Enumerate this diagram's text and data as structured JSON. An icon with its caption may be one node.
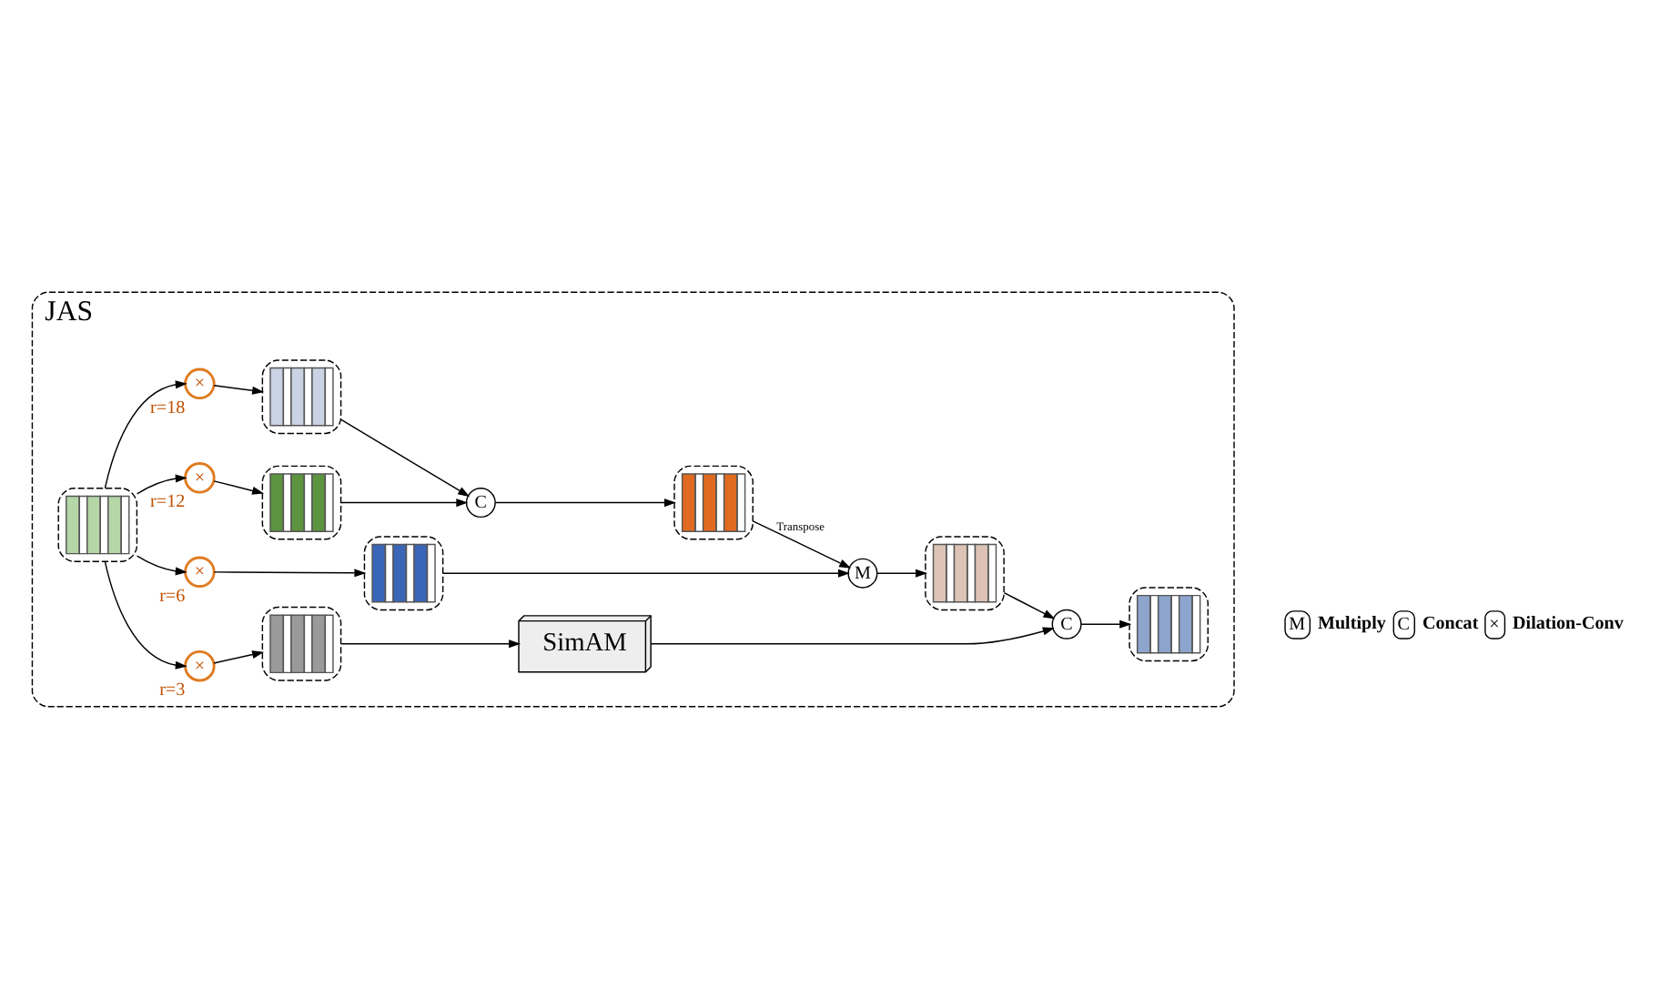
{
  "diagram": {
    "nodes": [
      {
        "text": [
          "JAS"
        ]
      },
      {
        "text": [],
        "shape": "picture",
        "in": 0
      },
      {
        "text": [
          "×"
        ],
        "beside": [
          "r=18"
        ],
        "in": 0
      },
      {
        "text": [],
        "shape": "picture",
        "in": 0
      },
      {
        "text": [
          "×"
        ],
        "beside": [
          "r=12"
        ],
        "in": 0
      },
      {
        "text": [],
        "shape": "picture",
        "in": 0
      },
      {
        "text": [
          "×"
        ],
        "beside": [
          "r=6"
        ],
        "in": 0
      },
      {
        "text": [],
        "shape": "picture",
        "in": 0
      },
      {
        "text": [
          "×"
        ],
        "beside": [
          "r=3"
        ],
        "in": 0
      },
      {
        "text": [],
        "shape": "picture",
        "in": 0
      },
      {
        "text": [
          "C"
        ],
        "in": 0
      },
      {
        "text": [],
        "shape": "picture",
        "in": 0
      },
      {
        "text": [
          "M"
        ],
        "in": 0
      },
      {
        "text": [],
        "shape": "picture",
        "in": 0
      },
      {
        "text": [
          "C"
        ],
        "in": 0
      },
      {
        "text": [],
        "shape": "picture",
        "in": 0
      },
      {
        "text": [
          "SimAM"
        ],
        "in": 0
      }
    ],
    "edges": [
      {
        "from": 1,
        "to": 2,
        "arrow": "to"
      },
      {
        "from": 1,
        "to": 4,
        "arrow": "to"
      },
      {
        "from": 1,
        "to": 6,
        "arrow": "to"
      },
      {
        "from": 1,
        "to": 8,
        "arrow": "to"
      },
      {
        "from": 2,
        "to": 3,
        "arrow": "to"
      },
      {
        "from": 4,
        "to": 5,
        "arrow": "to"
      },
      {
        "from": 6,
        "to": 7,
        "arrow": "to"
      },
      {
        "from": 8,
        "to": 9,
        "arrow": "to"
      },
      {
        "from": 3,
        "to": 10,
        "arrow": "to"
      },
      {
        "from": 5,
        "to": 10,
        "arrow": "to"
      },
      {
        "from": 10,
        "to": 11,
        "arrow": "to"
      },
      {
        "from": 11,
        "to": 12,
        "arrow": "to",
        "label": "Transpose"
      },
      {
        "from": 7,
        "to": 12,
        "arrow": "to"
      },
      {
        "from": 12,
        "to": 13,
        "arrow": "to"
      },
      {
        "from": 13,
        "to": 14,
        "arrow": "to"
      },
      {
        "from": 14,
        "to": 15,
        "arrow": "to"
      },
      {
        "from": 9,
        "to": 16,
        "arrow": "to"
      },
      {
        "from": 16,
        "to": 14,
        "arrow": "to"
      }
    ],
    "labels": [
      "M",
      "C",
      "×"
    ],
    "legend": [
      {
        "text": "Multiply"
      },
      {
        "text": "Concat"
      },
      {
        "text": "Dilation-Conv"
      }
    ]
  }
}
